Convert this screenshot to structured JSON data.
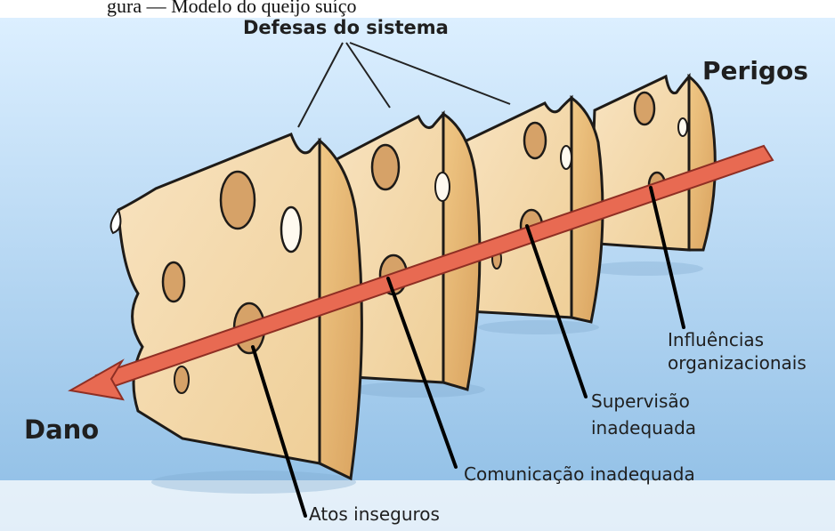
{
  "caption": "gura — Modelo do queijo suíço",
  "title": "Defesas do sistema",
  "hazard_label": "Perigos",
  "harm_label": "Dano",
  "layers": [
    "Atos inseguros",
    "Comunicação inadequada",
    "Supervisão inadequada",
    "Influências organizacionais"
  ],
  "colors": {
    "cheese_face": "#f6dbb0",
    "cheese_side": "#e8b877",
    "cheese_outline": "#1e1b18",
    "arrow": "#e86a52",
    "arrow_outline": "#8f2f24",
    "sky_top": "#dcefff",
    "sky_bottom": "#8dbde5"
  }
}
